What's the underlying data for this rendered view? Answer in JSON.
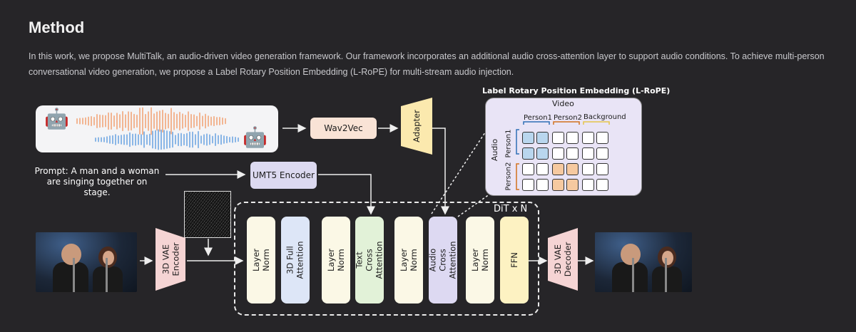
{
  "page": {
    "title": "Method",
    "intro": "In this work, we propose MultiTalk, an audio-driven video generation framework. Our framework incorporates an additional audio cross-attention layer to support audio conditions. To achieve multi-person conversational video generation, we propose a Label Rotary Position Embedding (L-RoPE) for multi-stream audio injection."
  },
  "diagram": {
    "wav2vec": "Wav2Vec",
    "adapter": "Adapter",
    "umt5": "UMT5 Encoder",
    "prompt": "Prompt: A man and a woman are singing together on stage.",
    "vae_encoder": "3D VAE Encoder",
    "vae_decoder": "3D VAE Decoder",
    "dit_label": "DiT x N",
    "blocks": [
      "Layer Norm",
      "3D Full Attention",
      "Layer Norm",
      "Text Cross Attention",
      "Layer Norm",
      "Audio Cross Attention",
      "Layer Norm",
      "FFN"
    ],
    "block_colors": [
      "#fbf8e6",
      "#dde6f7",
      "#fbf8e6",
      "#e2f2d8",
      "#fbf8e6",
      "#ddd9f2",
      "#fbf8e6",
      "#fdf2c2"
    ],
    "lrope": {
      "title": "Label Rotary Position Embedding (L-RoPE)",
      "video": "Video",
      "audio": "Audio",
      "person1": "Person1",
      "person2": "Person2",
      "background": "Background",
      "colors": {
        "person1": "#2f6fb5",
        "person2": "#d2711f",
        "background": "#e6c44a",
        "blue_fill": "#b9d6ee",
        "orange_fill": "#f6c9a0"
      }
    },
    "icons": {
      "robot": "robot-icon"
    }
  }
}
